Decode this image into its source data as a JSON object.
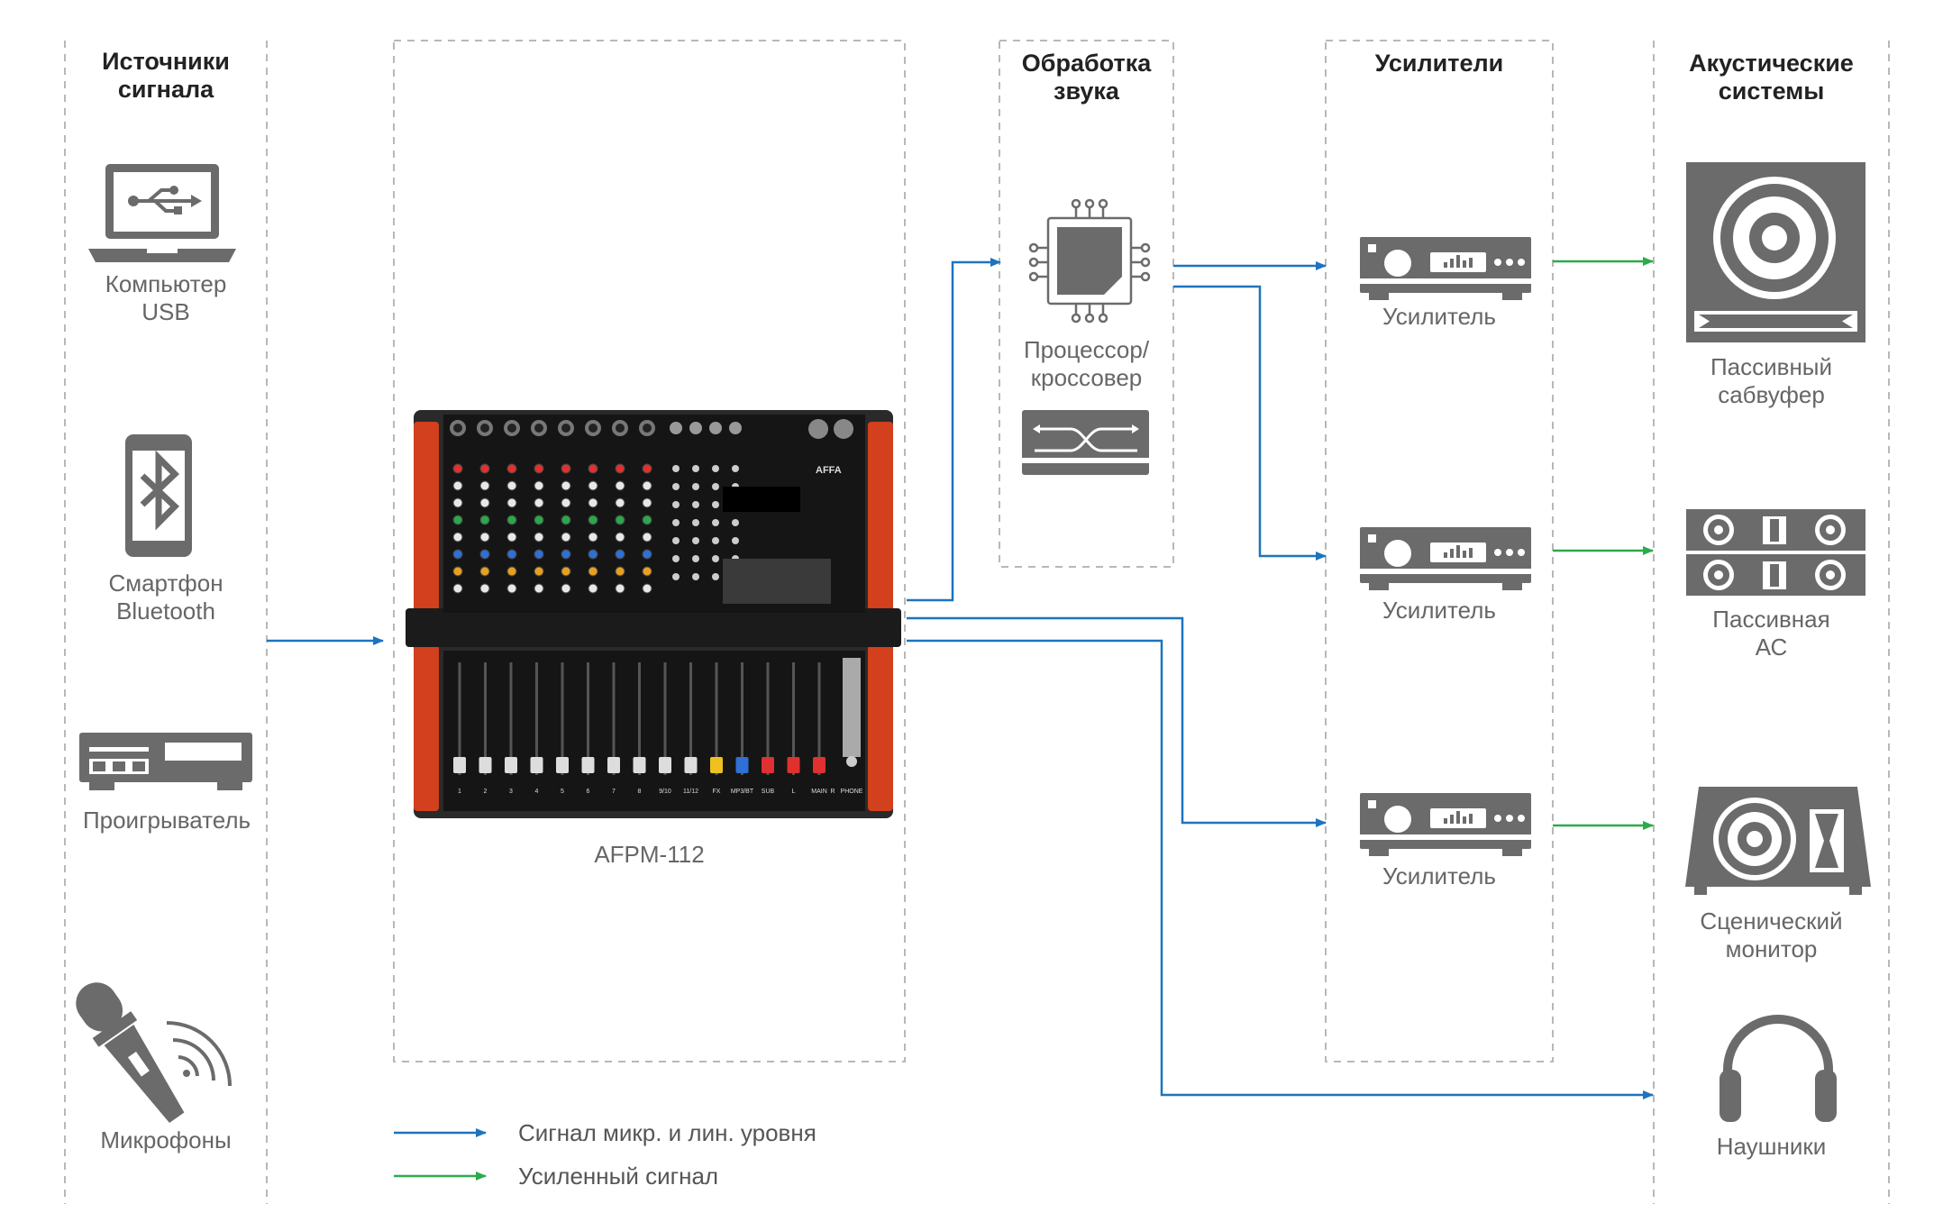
{
  "columns": {
    "sources": "Источники\nсигнала",
    "processing": "Обработка\nзвука",
    "amplifiers": "Усилители",
    "speakers": "Акустические\nсистемы"
  },
  "sources": {
    "computer": "Компьютер\nUSB",
    "smartphone": "Смартфон\nBluetooth",
    "player": "Проигрыватель",
    "microphones": "Микрофоны"
  },
  "mixer": {
    "model": "AFPM-112",
    "brand": "AFFA",
    "channel_labels": [
      "1",
      "2",
      "3",
      "4",
      "5",
      "6",
      "7",
      "8",
      "9/10",
      "11/12",
      "FX",
      "MP3/BT",
      "SUB",
      "L",
      "MAIN",
      "R",
      "PHONE"
    ]
  },
  "processing": {
    "processor": "Процессор/\nкроссовер"
  },
  "amplifiers": {
    "amp1": "Усилитель",
    "amp2": "Усилитель",
    "amp3": "Усилитель"
  },
  "speakers": {
    "subwoofer": "Пассивный\nсабвуфер",
    "passive": "Пассивная\nАС",
    "monitor": "Сценический\nмонитор",
    "headphones": "Наушники"
  },
  "legend": {
    "line_signal": "Сигнал микр. и лин. уровня",
    "amplified": "Усиленный сигнал"
  },
  "colors": {
    "signal": "#1e73be",
    "amplified": "#2bab4a",
    "icon": "#6b6b6b",
    "mixer_side": "#d2401e"
  }
}
